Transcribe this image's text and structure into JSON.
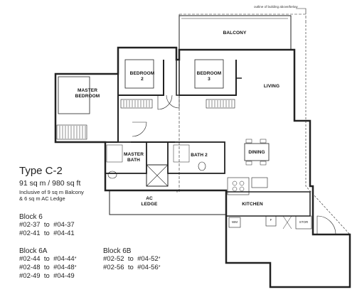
{
  "plan": {
    "note": "outline of building above/below",
    "rooms": {
      "balcony": "BALCONY",
      "bedroom2": [
        "BEDROOM",
        "2"
      ],
      "bedroom3": [
        "BEDROOM",
        "3"
      ],
      "master_bedroom": [
        "MASTER",
        "BEDROOM"
      ],
      "living": "LIVING",
      "dining": "DINING",
      "master_bath": [
        "MASTER",
        "BATH"
      ],
      "bath2": "BATH 2",
      "ac_ledge": [
        "AC",
        "LEDGE"
      ],
      "kitchen": "KITCHEN"
    },
    "fixtures": {
      "wm": "WM",
      "f": "F",
      "stor": "STOR"
    }
  },
  "info": {
    "type": "Type C-2",
    "area": "91 sq m / 980 sq ft",
    "inclusive": [
      "Inclusive of 9 sq m Balcony",
      "& 6 sq m AC Ledge"
    ],
    "blocks": [
      {
        "name": "Block 6",
        "units": [
          {
            "from": "#02-37",
            "to": "#04-37",
            "mark": ""
          },
          {
            "from": "#02-41",
            "to": "#04-41",
            "mark": ""
          }
        ]
      },
      {
        "name": "Block 6A",
        "units": [
          {
            "from": "#02-44",
            "to": "#04-44",
            "mark": "*"
          },
          {
            "from": "#02-48",
            "to": "#04-48",
            "mark": "*"
          },
          {
            "from": "#02-49",
            "to": "#04-49",
            "mark": ""
          }
        ]
      },
      {
        "name": "Block 6B",
        "units": [
          {
            "from": "#02-52",
            "to": "#04-52",
            "mark": "*"
          },
          {
            "from": "#02-56",
            "to": "#04-56",
            "mark": "*"
          }
        ]
      }
    ],
    "connector": "to"
  }
}
